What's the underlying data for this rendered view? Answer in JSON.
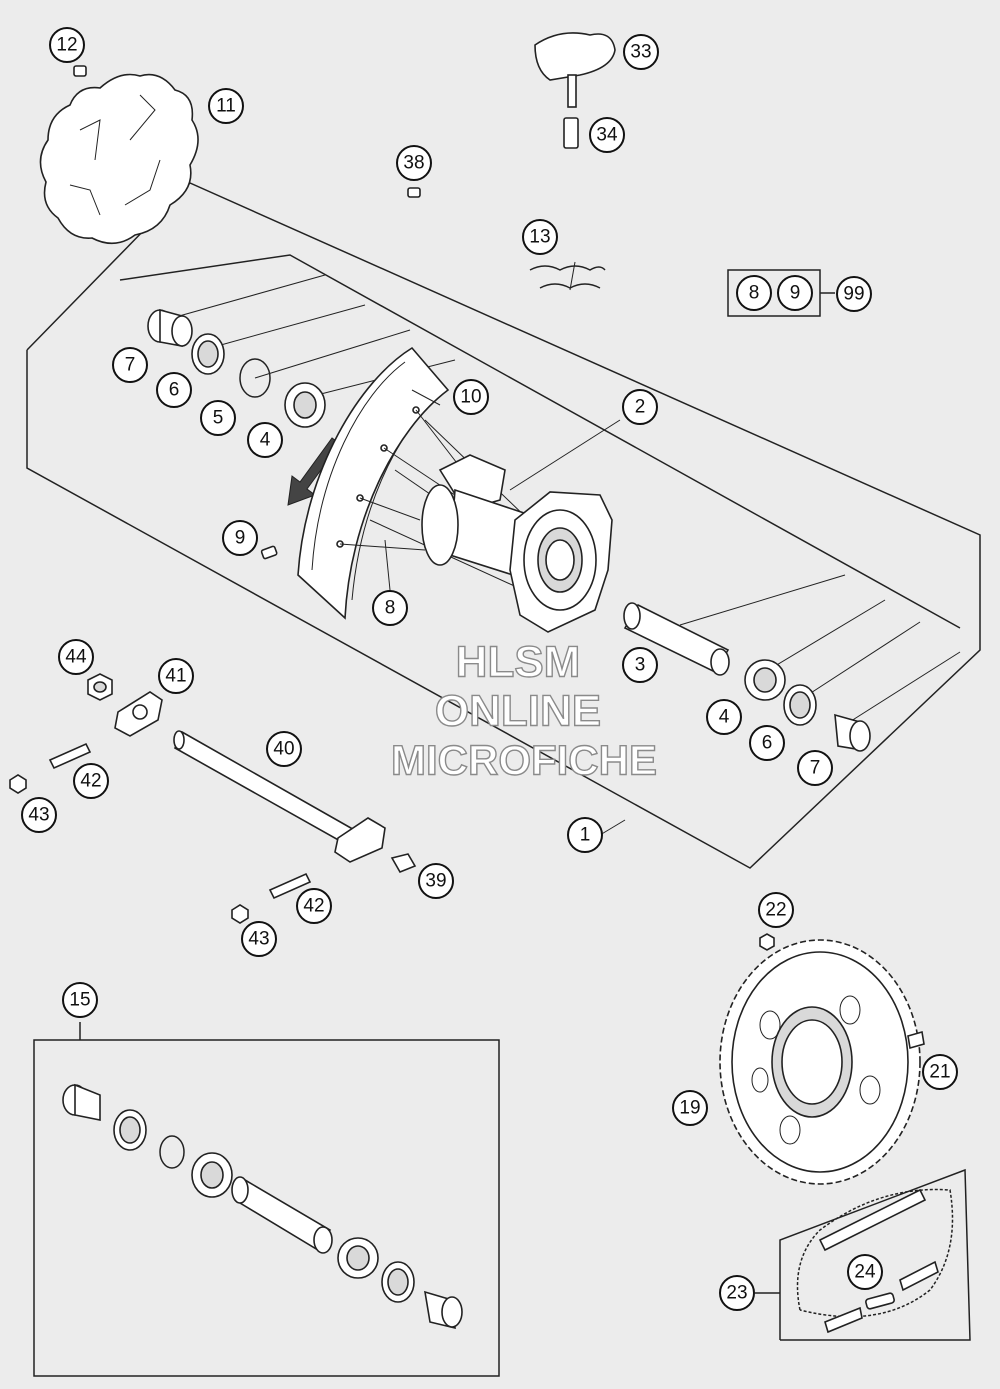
{
  "watermark": {
    "line1": "HLSM",
    "line2": "ONLINE",
    "line3": "MICROFICHE"
  },
  "callouts": {
    "c1": "1",
    "c2": "2",
    "c3": "3",
    "c4a": "4",
    "c4b": "4",
    "c5": "5",
    "c6a": "6",
    "c6b": "6",
    "c7a": "7",
    "c7b": "7",
    "c8a": "8",
    "c8b": "8",
    "c9a": "9",
    "c9b": "9",
    "c10": "10",
    "c11": "11",
    "c12": "12",
    "c13": "13",
    "c15": "15",
    "c19": "19",
    "c21": "21",
    "c22": "22",
    "c23": "23",
    "c24": "24",
    "c33": "33",
    "c34": "34",
    "c38": "38",
    "c39": "39",
    "c40": "40",
    "c41": "41",
    "c42a": "42",
    "c42b": "42",
    "c43a": "43",
    "c43b": "43",
    "c44": "44",
    "c99": "99"
  },
  "colors": {
    "background": "#ececec",
    "line": "#222222",
    "watermark_stroke": "#8a8a8a"
  }
}
